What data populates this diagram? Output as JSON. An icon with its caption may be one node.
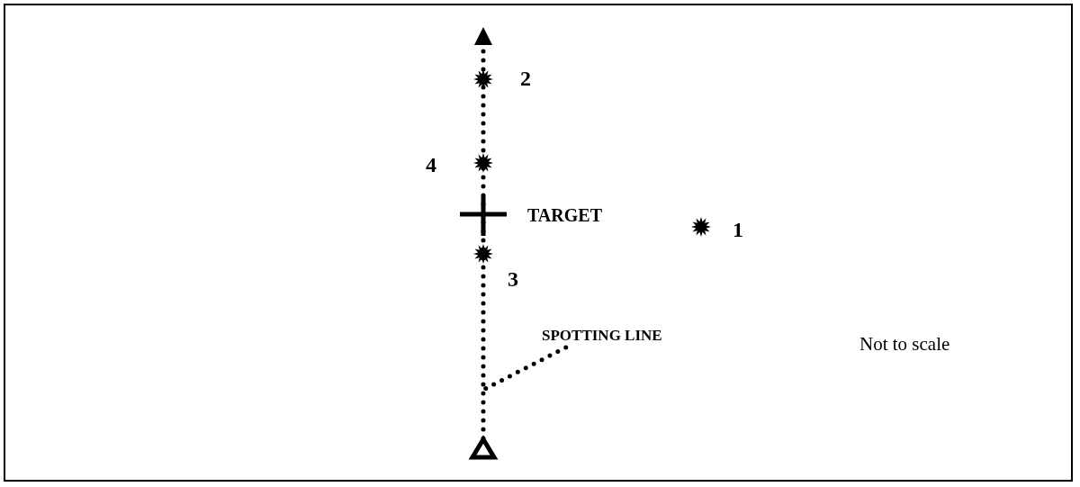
{
  "diagram": {
    "nodes": [
      {
        "text": [],
        "shape": "triangle"
      },
      {
        "text": [
          "SPOTTING LINE"
        ]
      }
    ],
    "edges": [
      {
        "from": 0,
        "to": null,
        "arrow": "to",
        "style": "dashed"
      },
      {
        "from": 1,
        "to": null,
        "arrow": "none",
        "style": "dashed"
      }
    ],
    "labels": [
      "2",
      "4",
      "TARGET",
      "1",
      "3",
      "Not to scale"
    ]
  }
}
